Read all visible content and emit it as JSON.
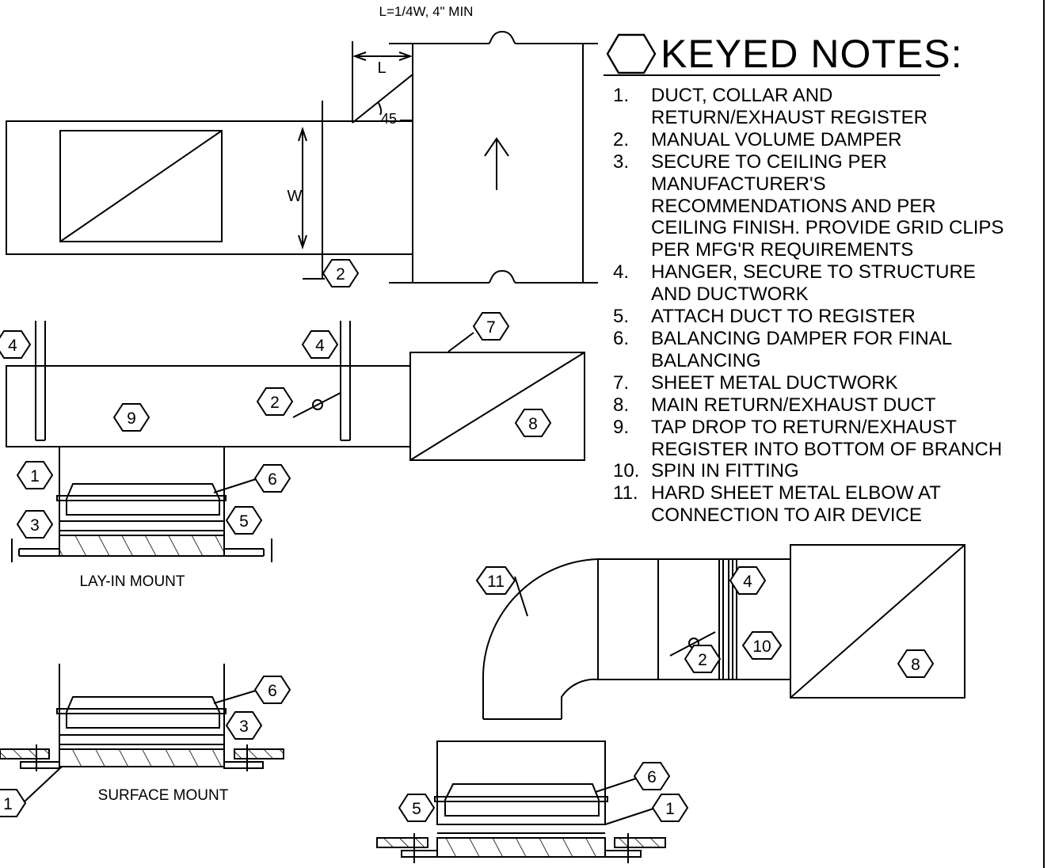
{
  "dimensions": {
    "length_rule": "L=1/4W, 4\" MIN",
    "length_label": "L",
    "angle_label": "45",
    "width_label": "W"
  },
  "keyed_notes": {
    "title": "KEYED NOTES:",
    "items": [
      {
        "num": "1.",
        "text": "DUCT, COLLAR AND\nRETURN/EXHAUST REGISTER"
      },
      {
        "num": "2.",
        "text": "MANUAL VOLUME DAMPER"
      },
      {
        "num": "3.",
        "text": "SECURE TO CEILING PER\nMANUFACTURER'S\nRECOMMENDATIONS AND PER\nCEILING FINISH. PROVIDE GRID CLIPS\nPER MFG'R REQUIREMENTS"
      },
      {
        "num": "4.",
        "text": "HANGER, SECURE TO STRUCTURE\nAND DUCTWORK"
      },
      {
        "num": "5.",
        "text": "ATTACH DUCT TO REGISTER"
      },
      {
        "num": "6.",
        "text": "BALANCING DAMPER FOR FINAL\nBALANCING"
      },
      {
        "num": "7.",
        "text": "SHEET METAL DUCTWORK"
      },
      {
        "num": "8.",
        "text": "MAIN RETURN/EXHAUST DUCT"
      },
      {
        "num": "9.",
        "text": "TAP DROP TO RETURN/EXHAUST\nREGISTER INTO BOTTOM OF BRANCH"
      },
      {
        "num": "10.",
        "text": "SPIN IN FITTING"
      },
      {
        "num": "11.",
        "text": "HARD SHEET METAL ELBOW AT\nCONNECTION TO AIR DEVICE"
      }
    ]
  },
  "captions": {
    "lay_in": "LAY-IN MOUNT",
    "surface": "SURFACE MOUNT"
  },
  "tags": {
    "t1": "1",
    "t2": "2",
    "t3": "3",
    "t4": "4",
    "t5": "5",
    "t6": "6",
    "t7": "7",
    "t8": "8",
    "t9": "9",
    "t10": "10",
    "t11": "11"
  }
}
